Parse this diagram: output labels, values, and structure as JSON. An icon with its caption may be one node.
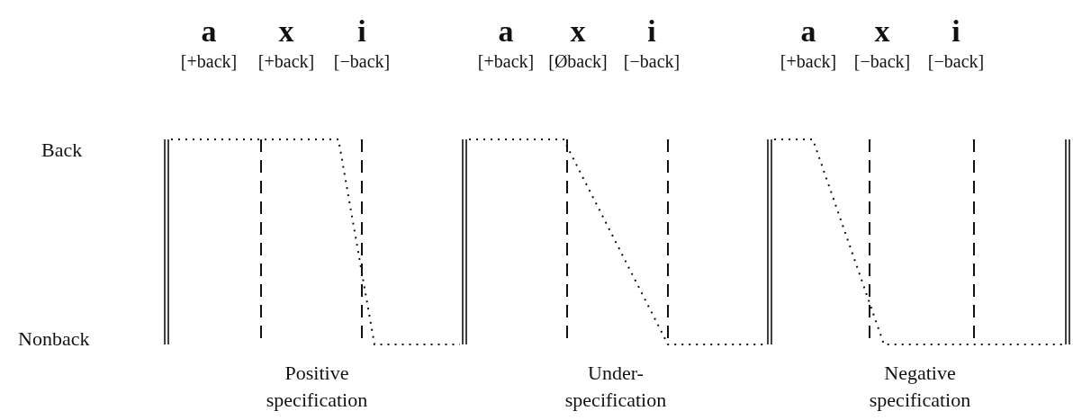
{
  "diagram": {
    "labels": [
      "a",
      "x",
      "i",
      "a",
      "x",
      "i",
      "a",
      "x",
      "i",
      "[+back]",
      "[+back]",
      "[−back]",
      "[+back]",
      "[Øback]",
      "[−back]",
      "[+back]",
      "[−back]",
      "[−back]",
      "Back",
      "Nonback",
      "Positive specification",
      "Under-specification",
      "Negative specification"
    ]
  }
}
